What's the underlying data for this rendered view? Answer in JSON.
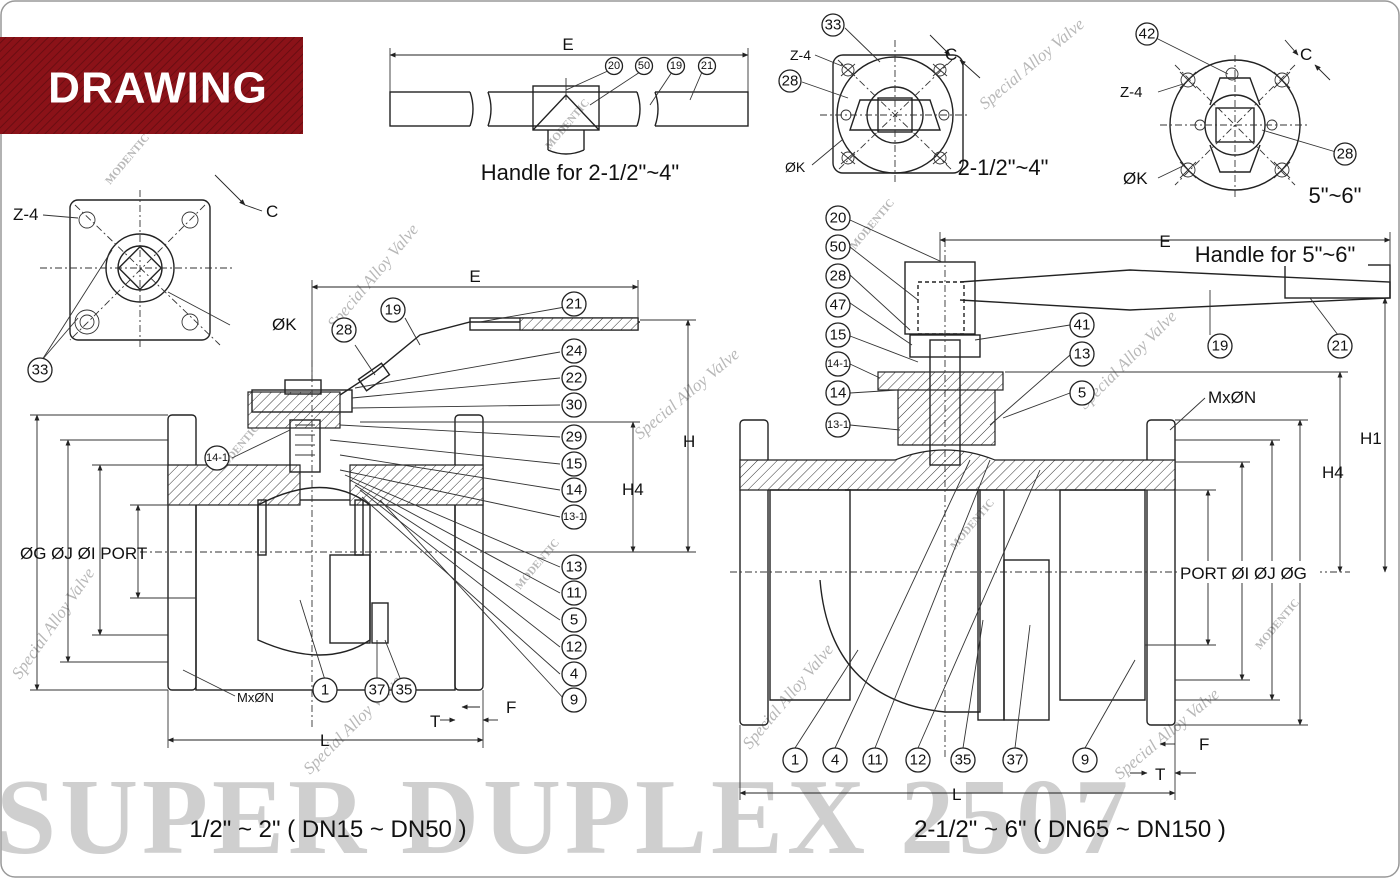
{
  "banner": {
    "title": "DRAWING",
    "background": "#8b1218",
    "text_color": "#ffffff"
  },
  "watermark": {
    "text": "SUPER DUPLEX 2507",
    "color": "#c9c9c9",
    "overlay": "Special Alloy Valve",
    "brand": "MODENTIC"
  },
  "captions": {
    "handle_small": "Handle for 2-1/2\"~4\"",
    "handle_large": "Handle for 5\"~6\"",
    "top_mid": "2-1/2\"~4\"",
    "top_right": "5\"~6\"",
    "small_range": "1/2\" ~ 2\" ( DN15 ~ DN50 )",
    "large_range": "2-1/2\" ~ 6\" ( DN65 ~ DN150 )"
  },
  "dimensions": {
    "E": "E",
    "C": "C",
    "K": "ØK",
    "Z": "Z-4",
    "H": "H",
    "H1": "H1",
    "H4": "H4",
    "L": "L",
    "T": "T",
    "F": "F",
    "MN": "MxØN",
    "left_diam": "ØG  ØJ  ØI PORT",
    "right_diam": "PORT ØI ØJ ØG"
  },
  "part_numbers": {
    "handle_small": [
      "20",
      "50",
      "19",
      "21"
    ],
    "top_mid": [
      "33",
      "28"
    ],
    "top_right": [
      "42",
      "28"
    ],
    "small_flange_view": [
      "33"
    ],
    "small_valve_right": [
      "21",
      "24",
      "22",
      "30",
      "29",
      "15",
      "14",
      "13-1",
      "13",
      "11",
      "5",
      "12",
      "4",
      "9"
    ],
    "small_valve_left": [
      "28",
      "19",
      "14-1"
    ],
    "small_valve_bottom": [
      "1",
      "37",
      "35"
    ],
    "large_valve_left": [
      "20",
      "50",
      "28",
      "47",
      "15",
      "14-1",
      "14",
      "13-1"
    ],
    "large_valve_top": [
      "41",
      "13",
      "5",
      "19",
      "21"
    ],
    "large_valve_bottom": [
      "1",
      "4",
      "11",
      "12",
      "35",
      "37",
      "9"
    ]
  }
}
